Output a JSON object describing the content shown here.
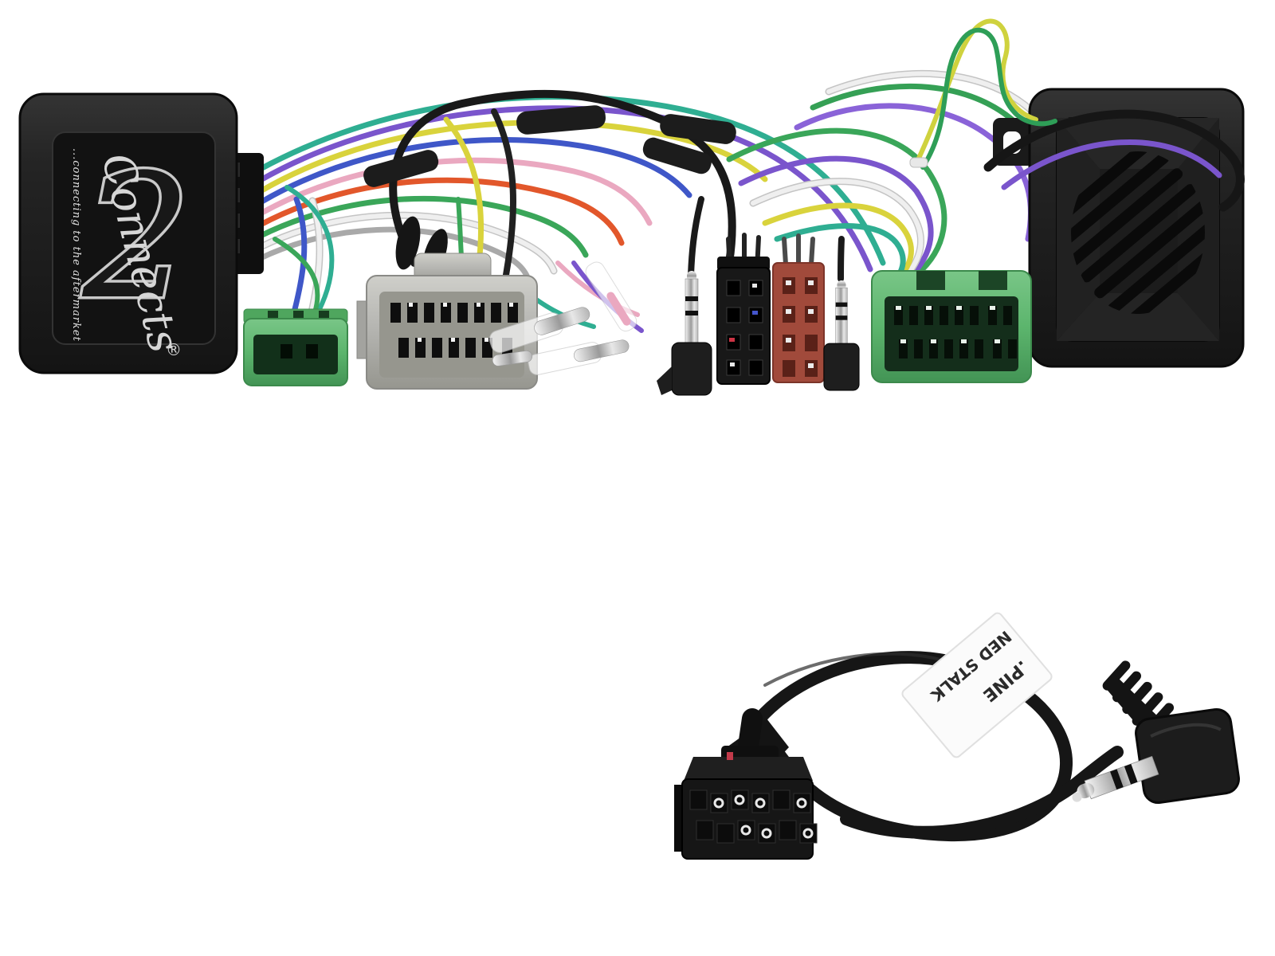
{
  "meta": {
    "type": "product-photo",
    "subject": "Connects2 steering wheel control interface harness with ISO connectors, Volvo green connectors and patch lead",
    "background": "#ffffff"
  },
  "left_interface_box": {
    "logo_script": "Connects",
    "logo_numeral": "2",
    "logo_registered": "®",
    "tagline": "...connecting to the aftermarket"
  },
  "patch_lead_label": {
    "line1": ".PINE",
    "line2": "NED STALK"
  },
  "palette": {
    "box_dark": "#1d1d1d",
    "connector_green": "#5cb56d",
    "connector_gray": "#b3b3af",
    "iso_black": "#1a1a1a",
    "iso_brown": "#9c4a3c",
    "metal_silver": "#cfcfcf",
    "wire_teal": "#2fae92",
    "wire_purple": "#7a55cc",
    "wire_yellow": "#d9d33c",
    "wire_blue": "#3f57c8",
    "wire_pink": "#eaa8c0",
    "wire_orange": "#e2572b",
    "wire_green": "#3aa659",
    "wire_white": "#ececec",
    "wire_black": "#1c1c1c"
  }
}
